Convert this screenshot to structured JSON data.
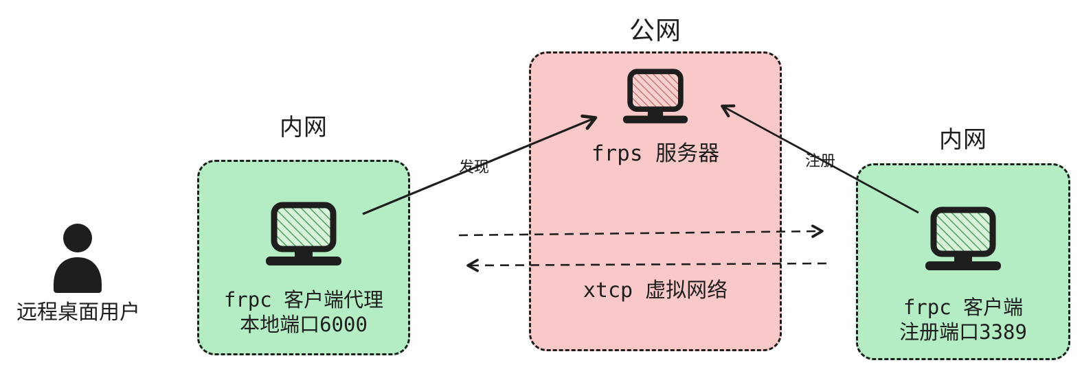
{
  "colors": {
    "ink": "#1e1e1e",
    "intranet_fill": "#b4ecc3",
    "public_fill": "#f9c8c8",
    "hatch_green": "#4f9e63",
    "hatch_green_bg": "#d9f2da",
    "hatch_pink": "#c06a6a",
    "hatch_pink_bg": "#f6cfcf"
  },
  "icons": {
    "user": "person-icon",
    "left_host": "laptop-icon",
    "server_host": "laptop-icon",
    "right_host": "laptop-icon"
  },
  "user": {
    "label": "远程桌面用户"
  },
  "left_network": {
    "title": "内网",
    "line1": "frpc 客户端代理",
    "line2": "本地端口6000"
  },
  "public_network": {
    "title": "公网",
    "server_label": "frps 服务器"
  },
  "right_network": {
    "title": "内网",
    "line1": "frpc 客户端",
    "line2": "注册端口3389"
  },
  "arrows": {
    "discover_label": "发现",
    "register_label": "注册",
    "xtcp_label": "xtcp 虚拟网络"
  }
}
